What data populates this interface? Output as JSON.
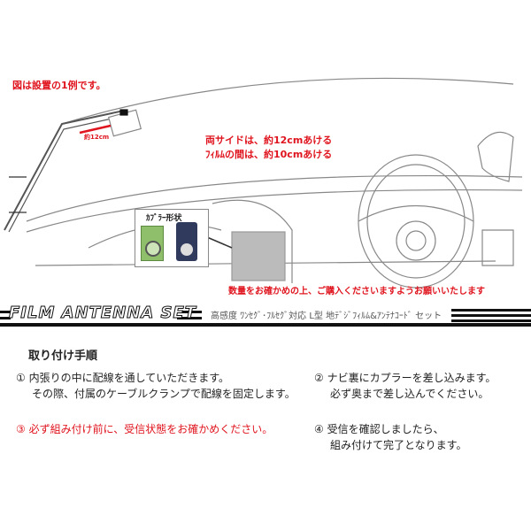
{
  "diagram": {
    "example_note": "図は設置の1例です。",
    "distance_label": "約12cm",
    "side_note_1": "両サイドは、約12cmあける",
    "side_note_2": "ﾌｨﾙﾑの間は、約10cmあける",
    "coupler_title": "ｶﾌﾞﾗｰ形状",
    "quantity_note": "数量をお確かめの上、ご購入くださいますようお願いいたします",
    "coupler_colors": {
      "green": "#8fbf6a",
      "navy": "#2f3a5c"
    }
  },
  "banner": {
    "title": "FILM ANTENNA SET",
    "subtitle": "高感度 ﾜﾝｾｸﾞ･ﾌﾙｾｸﾞ対応 L型 地ﾃﾞｼﾞﾌｨﾙﾑ&ｱﾝﾃﾅｺｰﾄﾞ セット"
  },
  "instructions": {
    "heading": "取り付け手順",
    "steps": [
      {
        "num": "①",
        "lines": [
          "内張りの中に配線を通していただきます。",
          "その際、付属のケーブルクランプで配線を固定します。"
        ]
      },
      {
        "num": "②",
        "lines": [
          "ナビ裏にカプラーを差し込みます。",
          "必ず奥まで差し込んでください。"
        ]
      },
      {
        "num": "③",
        "lines": [
          "必ず組み付け前に、受信状態をお確かめください。"
        ]
      },
      {
        "num": "④",
        "lines": [
          "受信を確認しましたら、",
          "組み付けて完了となります。"
        ]
      }
    ]
  },
  "colors": {
    "accent": "#e0141e"
  }
}
